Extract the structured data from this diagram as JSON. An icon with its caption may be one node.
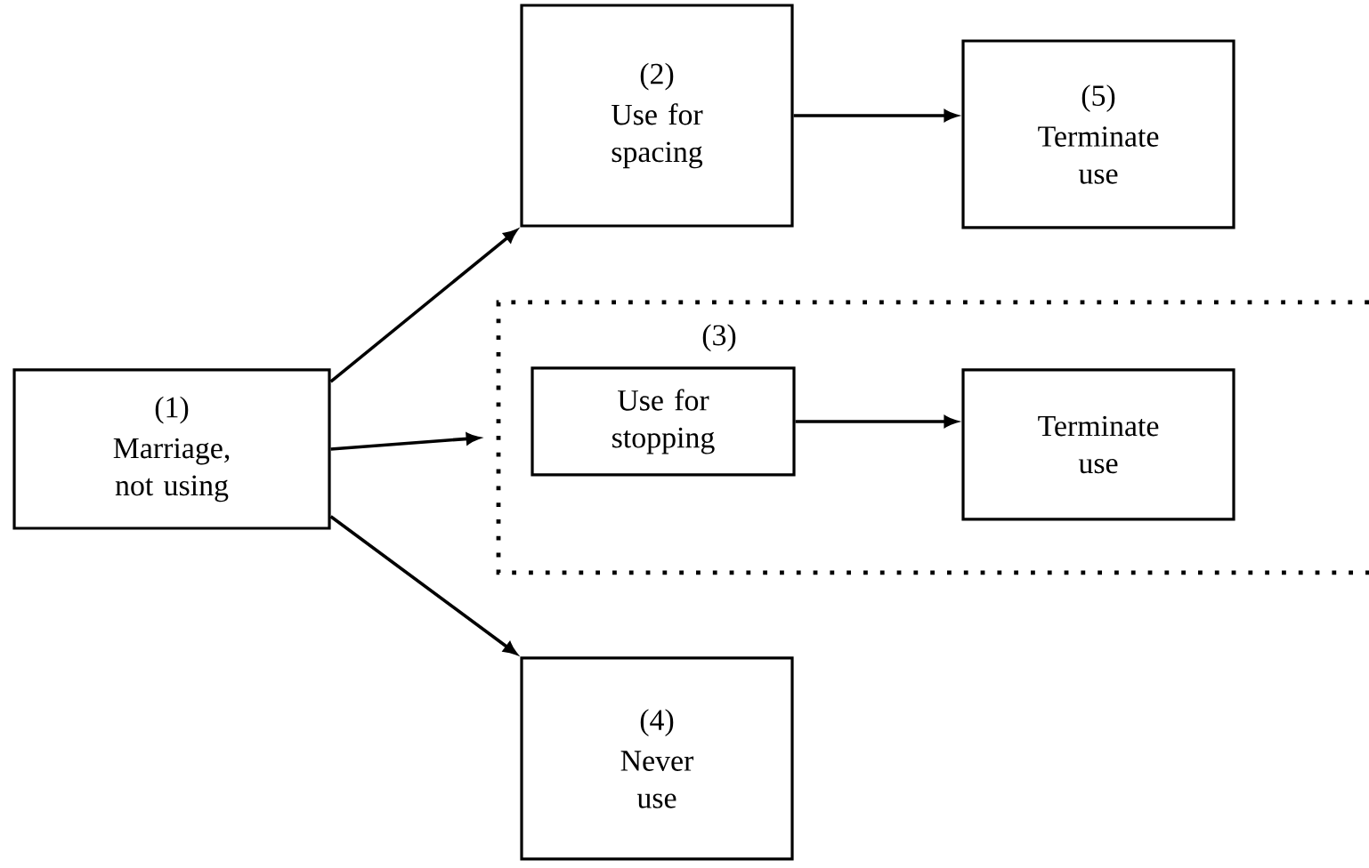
{
  "diagram": {
    "nodes": [
      {
        "text": [
          "(1)",
          "Marriage, not using"
        ]
      },
      {
        "text": [
          "(2)",
          "Use for spacing"
        ]
      },
      {
        "text": [
          "(5)",
          "Terminate use"
        ]
      },
      {
        "text": [
          "(3)"
        ]
      },
      {
        "text": [
          "Use for stopping"
        ],
        "in": 3
      },
      {
        "text": [
          "Terminate use"
        ],
        "in": 3
      },
      {
        "text": [
          "(4)",
          "Never use"
        ]
      }
    ],
    "edges": [
      {
        "from": 0,
        "to": 1,
        "arrow": "to"
      },
      {
        "from": 1,
        "to": 2,
        "arrow": "to"
      },
      {
        "from": 0,
        "to": 3,
        "arrow": "to"
      },
      {
        "from": 4,
        "to": 5,
        "arrow": "to"
      },
      {
        "from": 0,
        "to": 6,
        "arrow": "to"
      }
    ]
  }
}
